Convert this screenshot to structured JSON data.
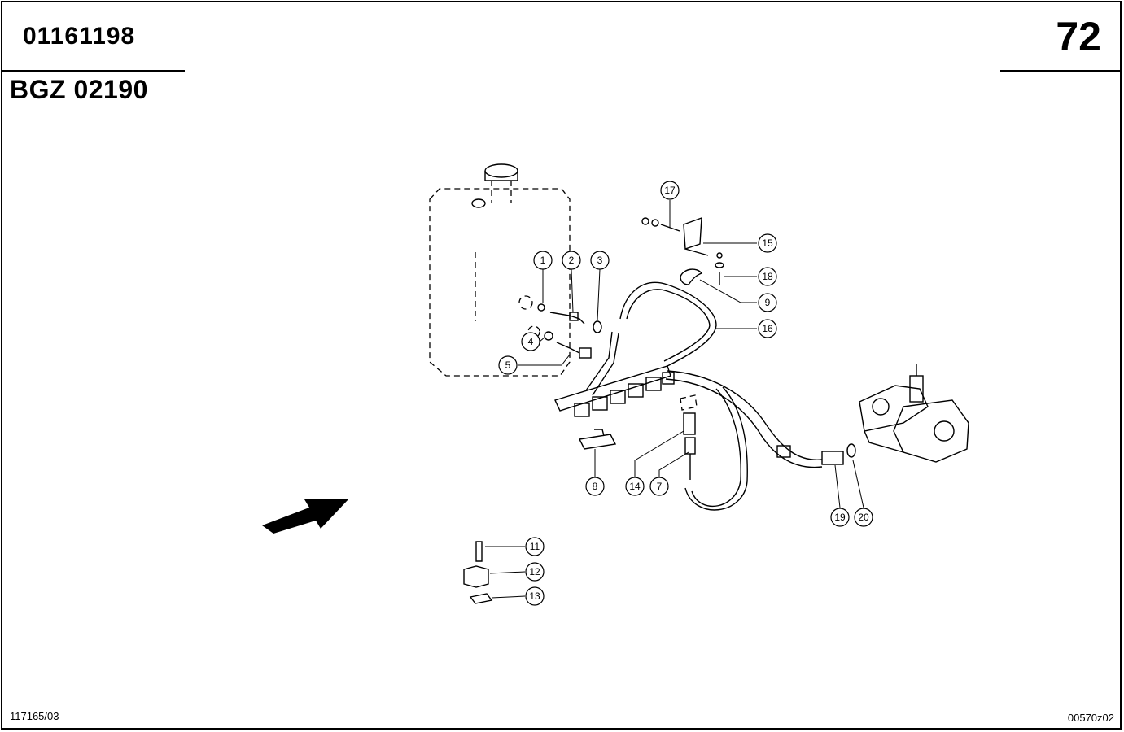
{
  "header": {
    "doc_number": "01161198",
    "page_number": "72",
    "group_code": "BGZ 02190"
  },
  "footer": {
    "left_code": "117165/03",
    "right_code": "00570z02"
  },
  "callouts": {
    "c1": "1",
    "c2": "2",
    "c3": "3",
    "c4": "4",
    "c5": "5",
    "c7": "7",
    "c8": "8",
    "c9": "9",
    "c11": "11",
    "c12": "12",
    "c13": "13",
    "c14": "14",
    "c15": "15",
    "c16": "16",
    "c17": "17",
    "c18": "18",
    "c19": "19",
    "c20": "20"
  }
}
